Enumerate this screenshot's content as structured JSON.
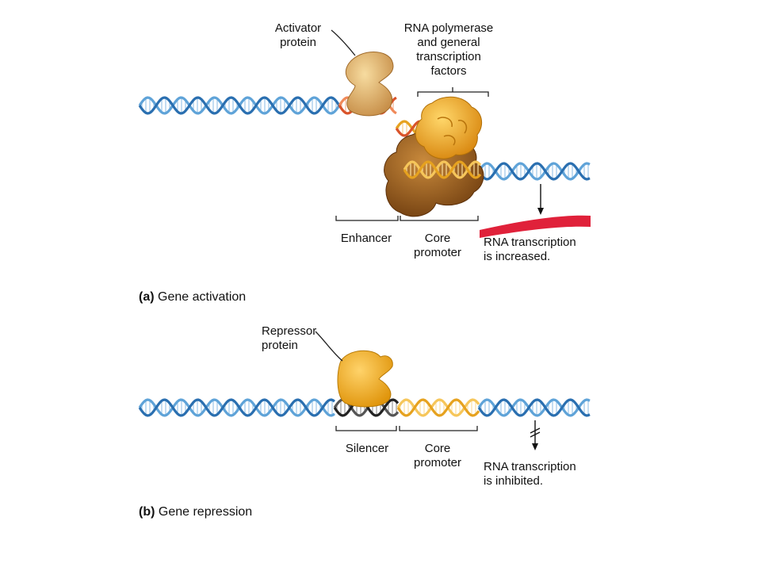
{
  "panel_a": {
    "activator_label": [
      "Activator",
      "protein"
    ],
    "polymerase_label": [
      "RNA polymerase",
      "and general",
      "transcription",
      "factors"
    ],
    "enhancer_label": "Enhancer",
    "core_promoter_label": [
      "Core",
      "promoter"
    ],
    "result_label": [
      "RNA transcription",
      "is increased."
    ],
    "caption_letter": "(a)",
    "caption_text": "Gene activation"
  },
  "panel_b": {
    "repressor_label": [
      "Repressor",
      "protein"
    ],
    "silencer_label": "Silencer",
    "core_promoter_label": [
      "Core",
      "promoter"
    ],
    "result_label": [
      "RNA transcription",
      "is inhibited."
    ],
    "caption_letter": "(b)",
    "caption_text": "Gene repression"
  },
  "colors": {
    "dna_blue": "#2a6fb0",
    "dna_blue_light": "#5fa3d8",
    "enhancer_red": "#d9532a",
    "promoter_gold": "#e6a21f",
    "silencer_black": "#222222",
    "activator_tan": "#e8b86a",
    "polymerase_gold": "#f0a820",
    "complex_brown": "#a0601c",
    "repressor_gold": "#f2ad1e",
    "rna_red": "#e0213a"
  }
}
